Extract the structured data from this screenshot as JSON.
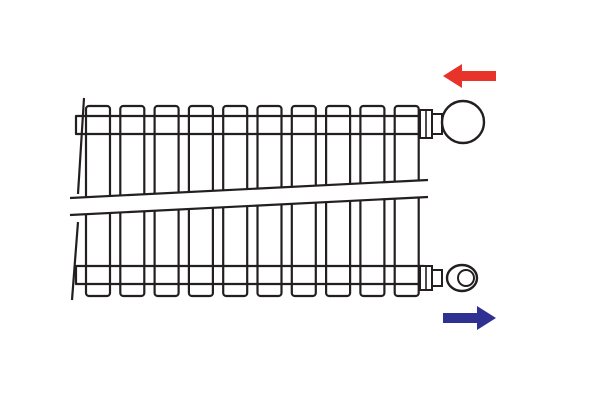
{
  "diagram": {
    "subject": "radiator-line-drawing",
    "section_count": 10,
    "connections": {
      "top_right": {
        "name": "thermostatic-valve-head",
        "flow_arrow": "incoming"
      },
      "bottom_right": {
        "name": "lockshield-valve",
        "flow_arrow": "outgoing"
      }
    },
    "colors": {
      "outline": "#231f20",
      "supply_arrow": "#e8332a",
      "return_arrow": "#2e3192",
      "background": "#ffffff"
    }
  }
}
